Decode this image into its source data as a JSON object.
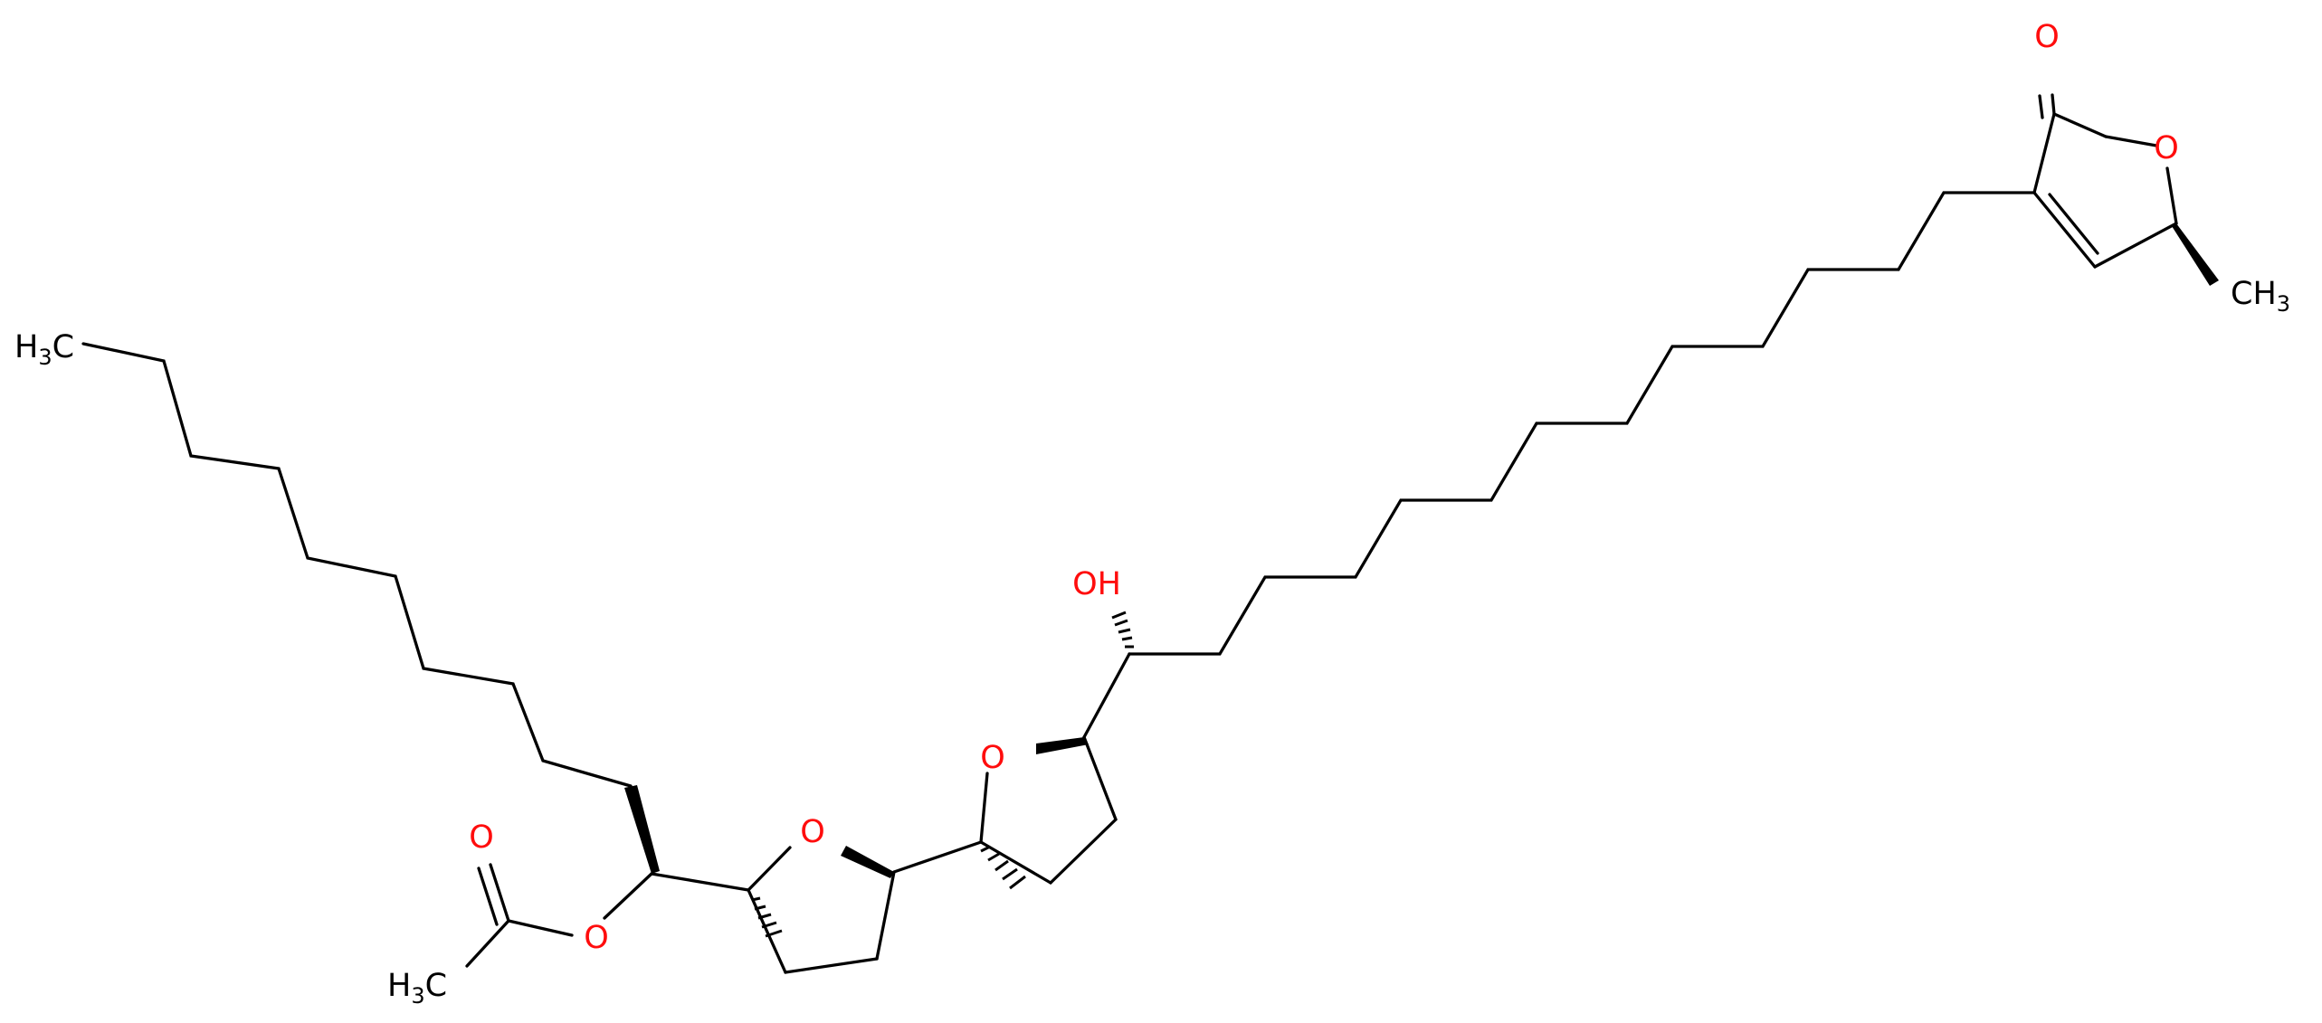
{
  "structure": {
    "labels": {
      "ch3_chain": {
        "text": "H",
        "sub": "3",
        "tail": "C"
      },
      "ch3_lactone": {
        "text": "CH",
        "sub": "3"
      },
      "ch3_acetyl": {
        "text": "H",
        "sub": "3",
        "tail": "C"
      },
      "o_lactone_carbonyl": "O",
      "o_lactone_ring": "O",
      "hydroxyl": "OH",
      "o_thf_right": "O",
      "o_thf_left": "O",
      "o_ester": "O",
      "o_acetyl_carbonyl": "O"
    },
    "colors": {
      "bond": "#000000",
      "oxygen": "#ff0d0d",
      "carbon_label": "#000000"
    }
  }
}
